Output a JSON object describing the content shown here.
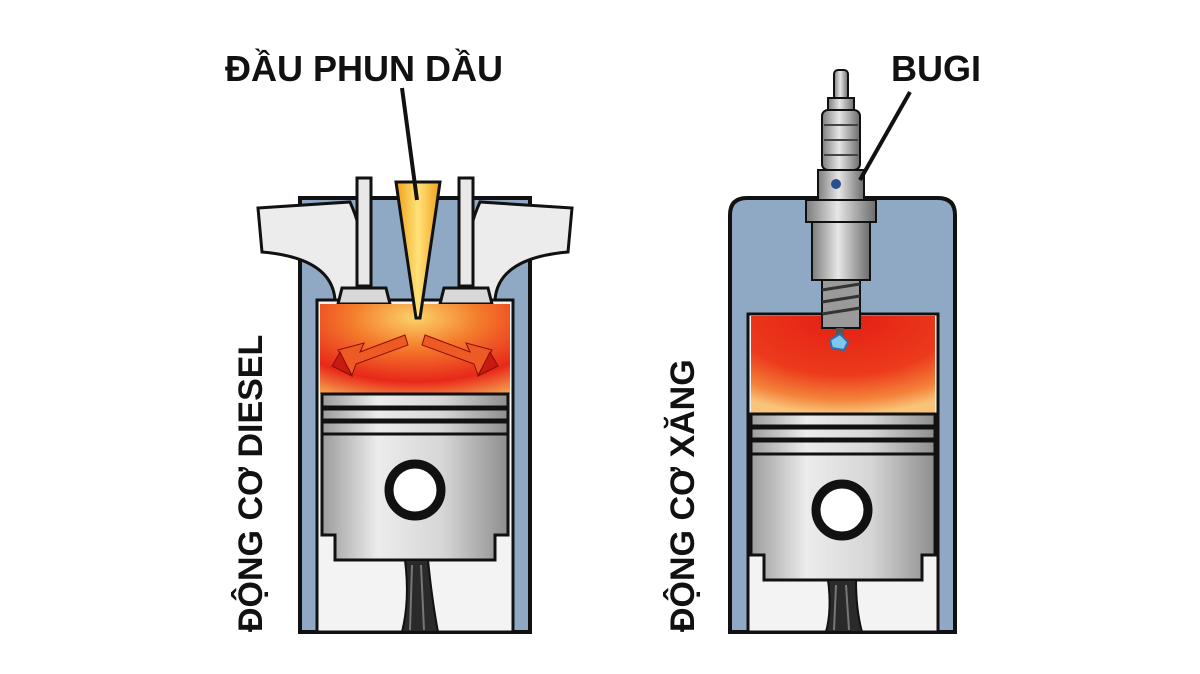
{
  "labels": {
    "injector": "ĐẦU PHUN DẦU",
    "spark_plug": "BUGI",
    "diesel_engine": "ĐỘNG CƠ DIESEL",
    "petrol_engine": "ĐỘNG CƠ XĂNG"
  },
  "colors": {
    "cylinder_wall": "#8fa9c4",
    "cylinder_inner": "#f2f2f2",
    "chamber_core": "#e8281a",
    "chamber_glow": "#f7a24a",
    "injector": "#f6b31e",
    "piston": "#d4d4d4",
    "outline": "#111111"
  }
}
